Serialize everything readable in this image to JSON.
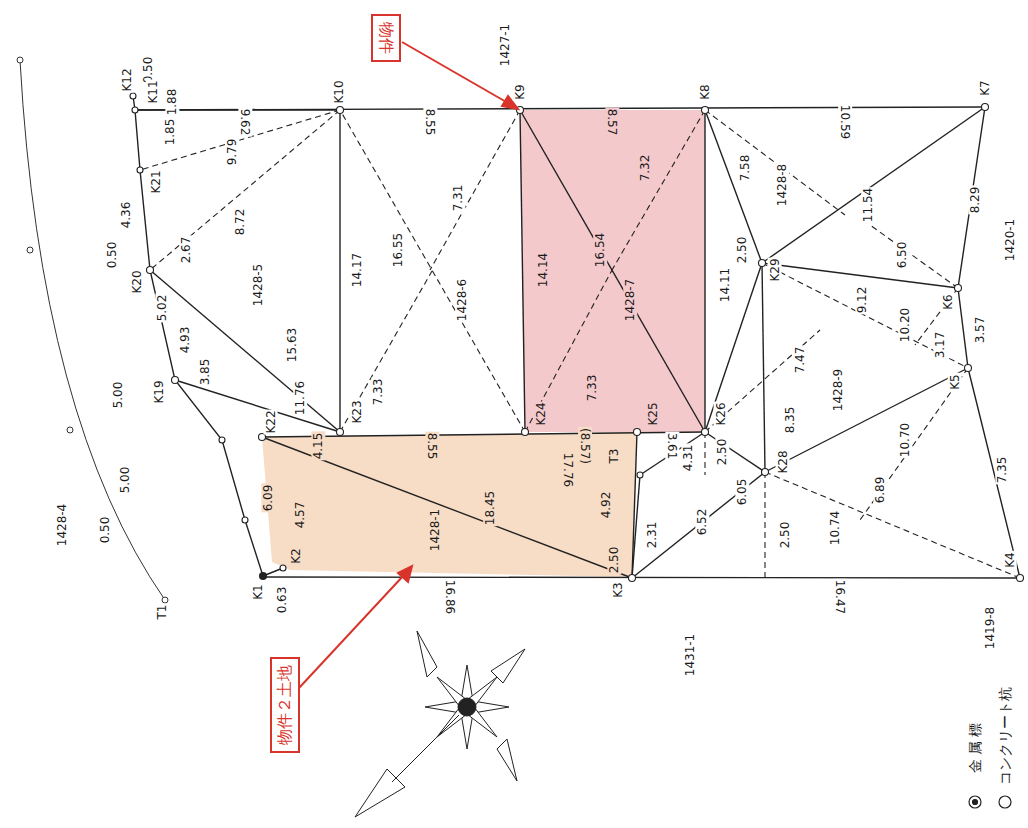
{
  "diagram": {
    "nodes": [
      {
        "text": [
          "物件"
        ]
      },
      {
        "text": [
          "物件２土地"
        ]
      }
    ],
    "labels": [
      "1427-1",
      "K12",
      "0.50",
      "K11",
      "1.88",
      "K10",
      "K9",
      "K8",
      "K7",
      "9.62",
      "8.55",
      "8.57",
      "10.59",
      "1.85",
      "9.79",
      "8.72",
      "K21",
      "4.36",
      "2.67",
      "K20",
      "0.50",
      "5.02",
      "4.93",
      "3.85",
      "K19",
      "5.00",
      "5.00",
      "0.50",
      "4.57",
      "6.09",
      "0.63",
      "K1",
      "K2",
      "T1",
      "1428-4",
      "1428-5",
      "15.63",
      "11.76",
      "K22",
      "4.15",
      "K23",
      "7.33",
      "14.17",
      "16.55",
      "7.31",
      "1428-6",
      "8.55",
      "K24",
      "14.14",
      "16.54",
      "7.32",
      "1428-7",
      "7.33",
      "(8.57)",
      "17.76",
      "K25",
      "3.61",
      "T3",
      "4.92",
      "18.45",
      "1428-1",
      "2.50",
      "K3",
      "2.31",
      "4.31",
      "6.05",
      "6.52",
      "2.50",
      "K26",
      "14.11",
      "7.58",
      "2.50",
      "K29",
      "1428-8",
      "11.54",
      "6.50",
      "9.12",
      "8.29",
      "K6",
      "1420-1",
      "10.20",
      "3.17",
      "3.57",
      "K5",
      "7.47",
      "1428-9",
      "8.35",
      "10.70",
      "K28",
      "6.89",
      "10.74",
      "2.50",
      "7.35",
      "K4",
      "16.86",
      "16.47",
      "1419-8",
      "1431-1"
    ],
    "legend": [
      {
        "text": "金 属 標"
      },
      {
        "text": "コンクリート杭"
      }
    ]
  }
}
